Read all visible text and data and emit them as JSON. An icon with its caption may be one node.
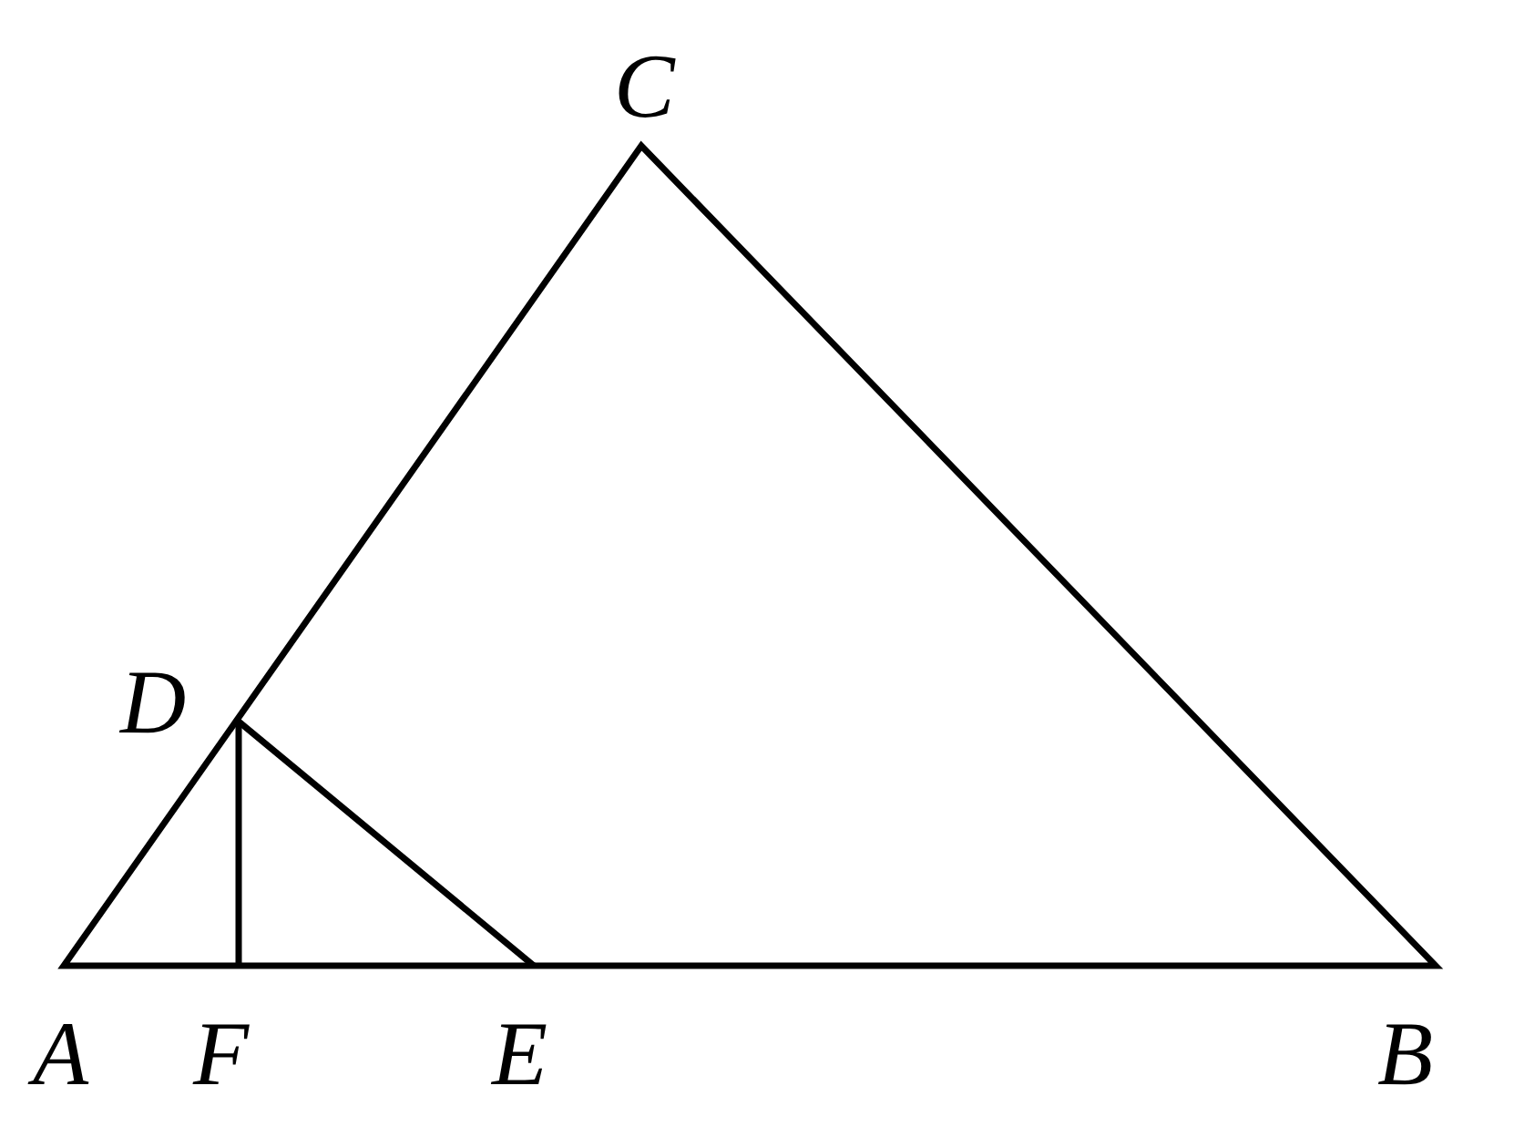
{
  "diagram": {
    "labels": [
      "C",
      "D",
      "A",
      "F",
      "E",
      "B"
    ]
  }
}
